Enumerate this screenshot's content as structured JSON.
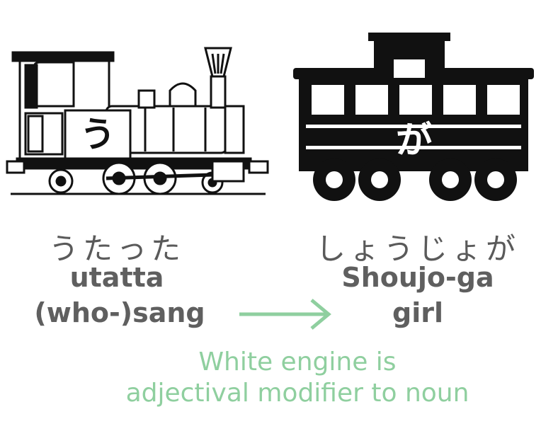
{
  "engine": {
    "badge": "う",
    "kana": "うたった",
    "romaji": "utatta",
    "gloss": "(who-)sang"
  },
  "car": {
    "badge": "が",
    "kana": "しょうじょが",
    "romaji": "Shoujo-ga",
    "gloss": "girl"
  },
  "caption": {
    "line1": "White engine is",
    "line2": "adjectival modifier to noun"
  },
  "colors": {
    "accent": "#8fcf9f",
    "text": "#5f5f5f",
    "ink": "#111111"
  },
  "icons": {
    "engine": "steam-locomotive-icon",
    "car": "train-car-icon",
    "arrow": "arrow-right-icon"
  }
}
